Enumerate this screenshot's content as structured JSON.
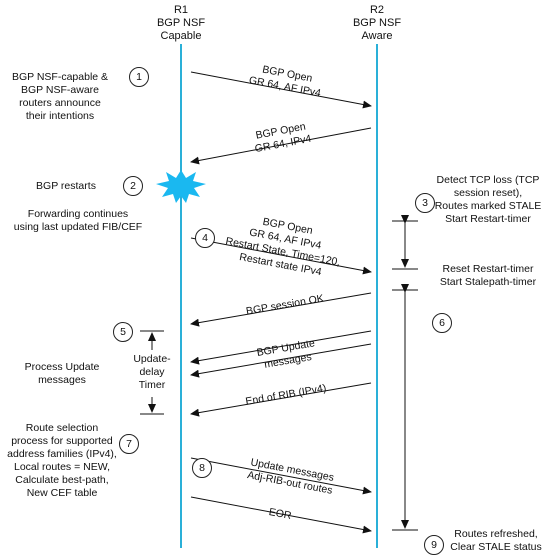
{
  "nodes": {
    "r1": {
      "name": "R1",
      "line1": "BGP NSF",
      "line2": "Capable"
    },
    "r2": {
      "name": "R2",
      "line1": "BGP NSF",
      "line2": "Aware"
    }
  },
  "colors": {
    "lifeline": "#2ab0d8",
    "burst": "#1ab8f0",
    "arrow": "#111111"
  },
  "step_numbers": [
    "1",
    "2",
    "3",
    "4",
    "5",
    "6",
    "7",
    "8",
    "9"
  ],
  "left_notes": {
    "announce": [
      "BGP NSF-capable &",
      "BGP NSF-aware",
      "routers announce",
      "their intentions"
    ],
    "restarts": "BGP restarts",
    "forwarding": [
      "Forwarding continues",
      "using last updated FIB/CEF"
    ],
    "process_update": [
      "Process Update",
      "messages"
    ],
    "update_delay_timer": [
      "Update-",
      "delay",
      "Timer"
    ],
    "route_selection": [
      "Route selection",
      "process for supported",
      "address families (IPv4),",
      "Local routes = NEW,",
      "Calculate best-path,",
      "New CEF table"
    ]
  },
  "right_notes": {
    "detect": [
      "Detect TCP loss (TCP",
      "session reset),",
      "Routes marked STALE",
      "Start Restart-timer"
    ],
    "reset": [
      "Reset Restart-timer",
      "Start Stalepath-timer"
    ],
    "refreshed": [
      "Routes refreshed,",
      "Clear STALE status"
    ]
  },
  "messages": {
    "m1": [
      "BGP Open",
      "GR 64, AF IPv4"
    ],
    "m2": [
      "BGP Open",
      "GR 64, IPv4"
    ],
    "m3": [
      "BGP Open",
      "GR 64, AF IPv4",
      "Restart State, Time=120,",
      "Restart state IPv4"
    ],
    "m4": "BGP session OK",
    "m5": [
      "BGP Update",
      "messages"
    ],
    "m6": "End of RIB (IPv4)",
    "m7": [
      "Update messages",
      "Adj-RIB-out routes"
    ],
    "m8": "EOR"
  }
}
